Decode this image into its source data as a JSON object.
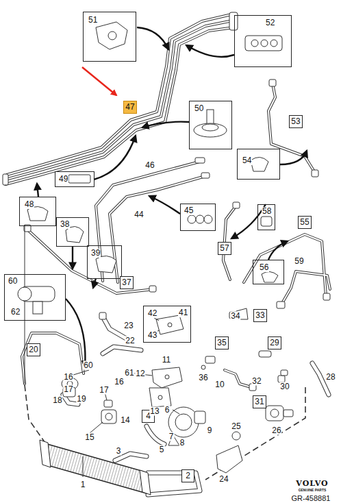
{
  "diagram": {
    "nodes": [
      {
        "text": [
          "51"
        ]
      },
      {
        "text": [
          "52"
        ]
      },
      {
        "text": [
          "47"
        ]
      },
      {
        "text": [
          "50"
        ]
      },
      {
        "text": [
          "53"
        ]
      },
      {
        "text": [
          "54"
        ]
      },
      {
        "text": [
          "49"
        ]
      },
      {
        "text": [
          "48"
        ]
      },
      {
        "text": [
          "45"
        ]
      },
      {
        "text": [
          "58"
        ]
      },
      {
        "text": [
          "55"
        ]
      },
      {
        "text": [
          "57"
        ]
      },
      {
        "text": [
          "38"
        ]
      },
      {
        "text": [
          "39"
        ]
      },
      {
        "text": [
          "56"
        ]
      },
      {
        "text": [
          "37"
        ]
      },
      {
        "text": [
          "60",
          "62"
        ]
      },
      {
        "text": [
          "42",
          "41",
          "43"
        ]
      },
      {
        "text": [
          "33"
        ]
      },
      {
        "text": [
          "35"
        ]
      },
      {
        "text": [
          "29"
        ]
      },
      {
        "text": [
          "20"
        ]
      },
      {
        "text": [
          "31"
        ]
      },
      {
        "text": [
          "4"
        ]
      },
      {
        "text": [
          "2"
        ]
      }
    ],
    "labels": [
      "46",
      "44",
      "59",
      "34",
      "23",
      "22",
      "61",
      "12",
      "11",
      "16",
      "17",
      "60",
      "19",
      "18",
      "16",
      "17",
      "14",
      "15",
      "13",
      "36",
      "10",
      "32",
      "30",
      "28",
      "6",
      "7",
      "8",
      "9",
      "5",
      "3",
      "1",
      "25",
      "26",
      "24",
      "VOLVO",
      "GENUINE PARTS",
      "GR-458881"
    ]
  }
}
